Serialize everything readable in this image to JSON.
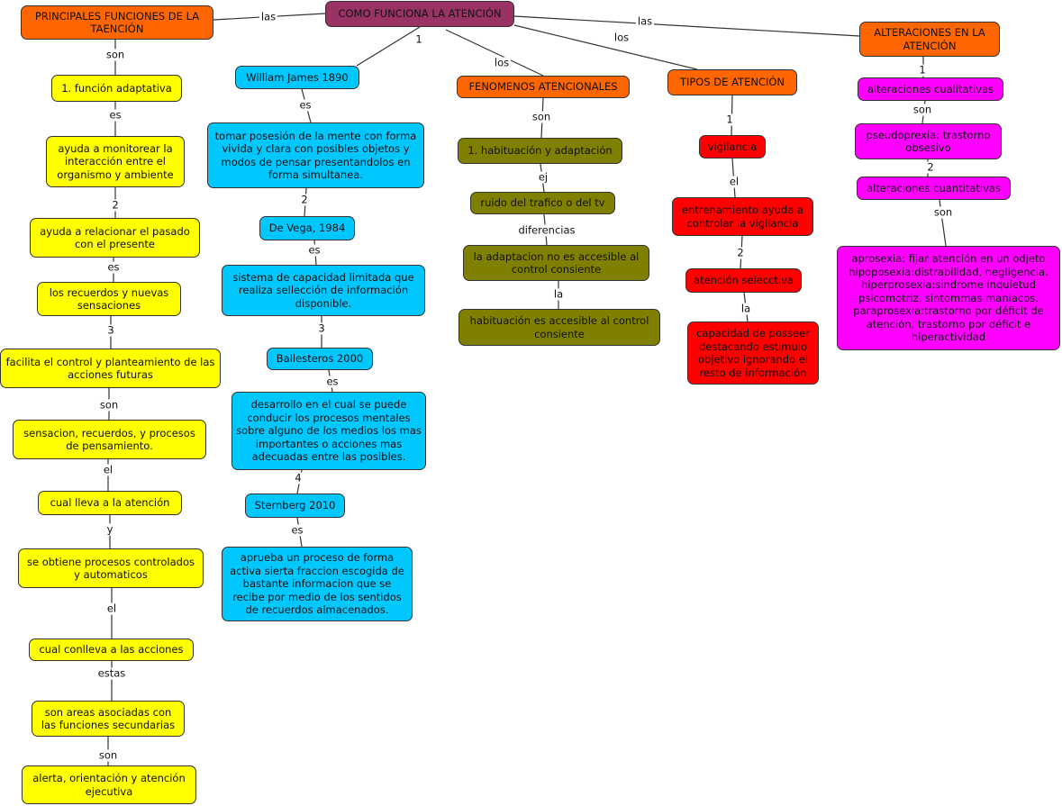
{
  "center": "COMO FUNCIONA LA ATENCIÓN",
  "branches": {
    "principales": "PRINCIPALES FUNCIONES DE LA TAENCIÓN",
    "fenomenos": "FENOMENOS ATENCIONALES",
    "tipos": "TIPOS DE ATENCIÓN",
    "alteraciones": "ALTERACIONES EN LA ATENCIÓN"
  },
  "funciones": [
    "1. función adaptativa",
    "ayuda a monitorear la interacción entre el organismo y ambiente",
    "ayuda a relacionar el pasado con el presente",
    "los recuerdos y nuevas sensaciones",
    "facilita el control y planteamiento de las acciones futuras",
    "sensacion, recuerdos, y procesos de pensamiento.",
    "cual lleva a la atención",
    "se obtiene procesos controlados y automaticos",
    "cual conlleva a las acciones",
    "son areas asociadas con las funciones secundarias",
    "alerta, orientación y atención ejecutiva"
  ],
  "funciones_links": [
    "las",
    "son",
    "es",
    "2",
    "es",
    "3",
    "son",
    "el",
    "y",
    "el",
    "estas",
    "son"
  ],
  "autores": [
    "William James 1890",
    "tomar posesión de la mente con forma vivida y clara con posibles objetos y modos de pensar presentandolos en forma simultanea.",
    "De Vega, 1984",
    "sistema de capacidad limitada que realiza sellección de información disponible.",
    "Ballesteros 2000",
    "desarrollo en el cual se puede conducir los procesos mentales sobre alguno de los medios los mas importantes o acciones mas adecuadas entre las posibles.",
    "Sternberg 2010",
    "aprueba un proceso de forma activa sierta fraccion escogida de bastante informacion que se recibe por medio de los sentidos de recuerdos almacenados."
  ],
  "autores_links": [
    "1",
    "es",
    "2",
    "es",
    "3",
    "es",
    "4",
    "es"
  ],
  "fenomenos": [
    "1. habituación y adaptación",
    "ruido del trafico o del tv",
    "la adaptacion no es accesible al control consiente",
    "habituación es accesible al control consiente"
  ],
  "fenomenos_links": [
    "los",
    "son",
    "ej",
    "diferencias",
    "la"
  ],
  "tipos": [
    "vigilancia",
    "entrenamiento ayuda a controlar la vigilancia",
    "atención selecctiva",
    "capacidad de posseer destacando estimulo objetivo ignorando el resto de información"
  ],
  "tipos_links": [
    "los",
    "1",
    "el",
    "2",
    "la"
  ],
  "alteraciones": [
    "alteraciones cualitativas",
    "pseudoprexia: trastorno obsesivo",
    "alteraciones cuantitativas",
    "aprosexia: fijar atención en un odjeto hipoposexia:distrabilidad, negligencia. hiperprosexia:sindrome inquietud psicomotriz, sintommas maniacos. paraprosexia:trastorno por déficit de atención, trastorno por déficit e hiperactividad"
  ],
  "alteraciones_links": [
    "las",
    "1",
    "son",
    "2",
    "son"
  ]
}
